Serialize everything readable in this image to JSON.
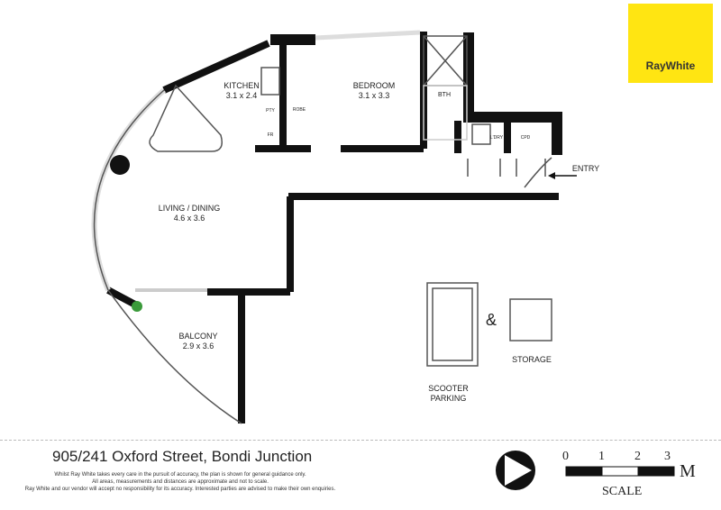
{
  "brand": {
    "name": "RayWhite",
    "color": "#ffe512"
  },
  "rooms": {
    "kitchen": {
      "name": "KITCHEN",
      "size": "3.1 x 2.4"
    },
    "bedroom": {
      "name": "BEDROOM",
      "size": "3.1 x 3.3"
    },
    "living": {
      "name": "LIVING / DINING",
      "size": "4.6 x 3.6"
    },
    "balcony": {
      "name": "BALCONY",
      "size": "2.9 x 3.6"
    },
    "bath": "BTH",
    "robe": "ROBE",
    "pantry": "PTY",
    "fridge": "FR",
    "laundry": "L'DRY",
    "cupboard": "CPD",
    "entry": "ENTRY",
    "scooter": "SCOOTER PARKING",
    "amp": "&",
    "storage": "STORAGE"
  },
  "footer": {
    "address": "905/241 Oxford Street, Bondi Junction",
    "disclaimer": [
      "Whilst Ray White takes every care in the pursuit of accuracy, the plan is shown for general guidance only.",
      "All areas, measurements and distances are approximate and not to scale.",
      "Ray White and our vendor will accept no responsibility for its accuracy. Interested parties are advised to make their own enquiries."
    ],
    "compass": "N",
    "scale": {
      "ticks": [
        "0",
        "1",
        "2",
        "3"
      ],
      "unit": "M",
      "label": "SCALE"
    }
  }
}
